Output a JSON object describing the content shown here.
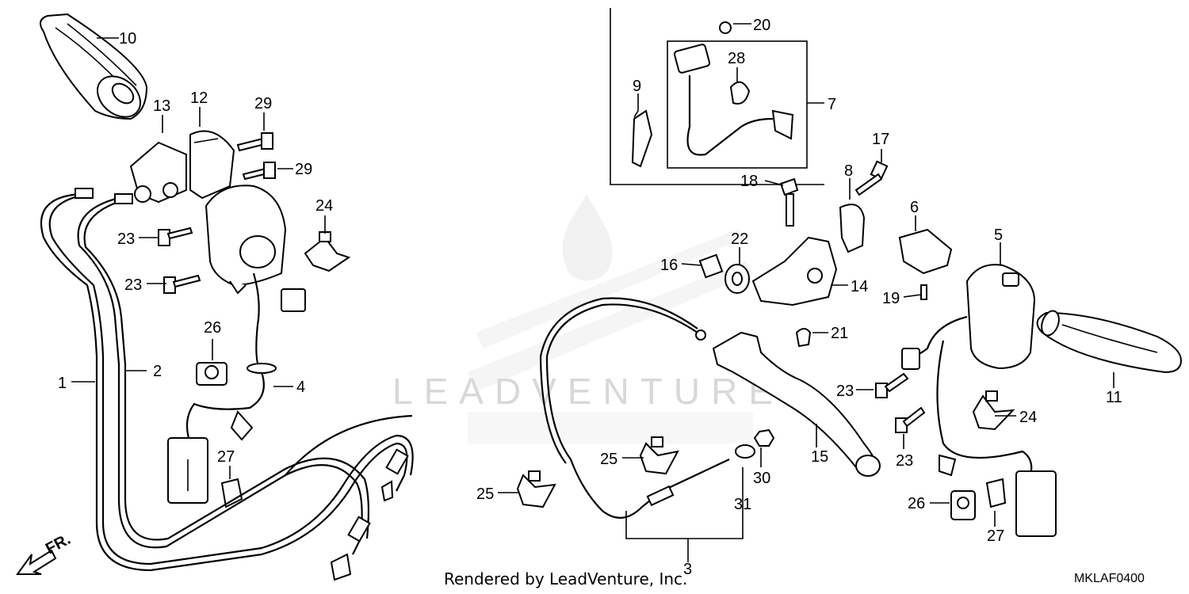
{
  "watermark": {
    "text": "LEADVENTURE"
  },
  "footer": {
    "credit": "Rendered by LeadVenture, Inc.",
    "diagram_code": "MKLAF0400"
  },
  "direction_marker": {
    "text": "FR."
  },
  "callouts": {
    "c1": "1",
    "c2": "2",
    "c3": "3",
    "c4": "4",
    "c5": "5",
    "c6": "6",
    "c7": "7",
    "c8": "8",
    "c9": "9",
    "c10": "10",
    "c11": "11",
    "c12": "12",
    "c13": "13",
    "c14": "14",
    "c15": "15",
    "c16": "16",
    "c17": "17",
    "c18": "18",
    "c19": "19",
    "c20": "20",
    "c21": "21",
    "c22": "22",
    "c23a": "23",
    "c23b": "23",
    "c23c": "23",
    "c23d": "23",
    "c24a": "24",
    "c24b": "24",
    "c25a": "25",
    "c25b": "25",
    "c26a": "26",
    "c26b": "26",
    "c27a": "27",
    "c27b": "27",
    "c28": "28",
    "c29a": "29",
    "c29b": "29",
    "c30": "30",
    "c31": "31"
  }
}
